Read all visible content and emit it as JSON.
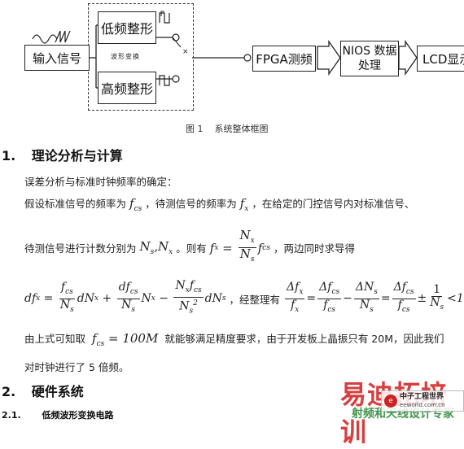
{
  "diagram": {
    "input_block": "输入信号",
    "low_block": "低频整形",
    "high_block": "高频整形",
    "wave_label": "波形变换",
    "fpga_block": "FPGA测频",
    "nios_block": "NIOS 数据处理",
    "nios_line1": "NIOS 数据",
    "nios_line2": "处理",
    "lcd_block": "LCD显示",
    "caption": "图 1    系统整体框图"
  },
  "section1": {
    "number": "1.",
    "title": "理论分析与计算",
    "intro": "误差分析与标准时钟频率的确定：",
    "line1_a": "假设标准信号的频率为",
    "line1_b": "，待测信号的频率为",
    "line1_c": "，在给定的门控信号内对标准信号、",
    "line2_a": "待测信号进行计数分别为",
    "line2_b": "。则有",
    "line2_c": "，两边同时求导得",
    "line3_mid": "，经整理有",
    "line4_a": "由上式可知取",
    "line4_b": "就能够满足精度要求，由于开发板上晶振只有 20M，因此我们",
    "line5": "对时钟进行了 5 倍频。"
  },
  "section2": {
    "number": "2.",
    "title": "硬件系统",
    "sub_number": "2.1.",
    "sub_title": "低频波形变换电路"
  },
  "watermark": {
    "big": "易迪拓培训",
    "small": "射频和天线设计专家",
    "logo_text": "中子工程世界",
    "url": "eeworld.com.cn"
  },
  "colors": {
    "watermark_red": "#d42a2a",
    "watermark_green": "#2e8b3a"
  }
}
